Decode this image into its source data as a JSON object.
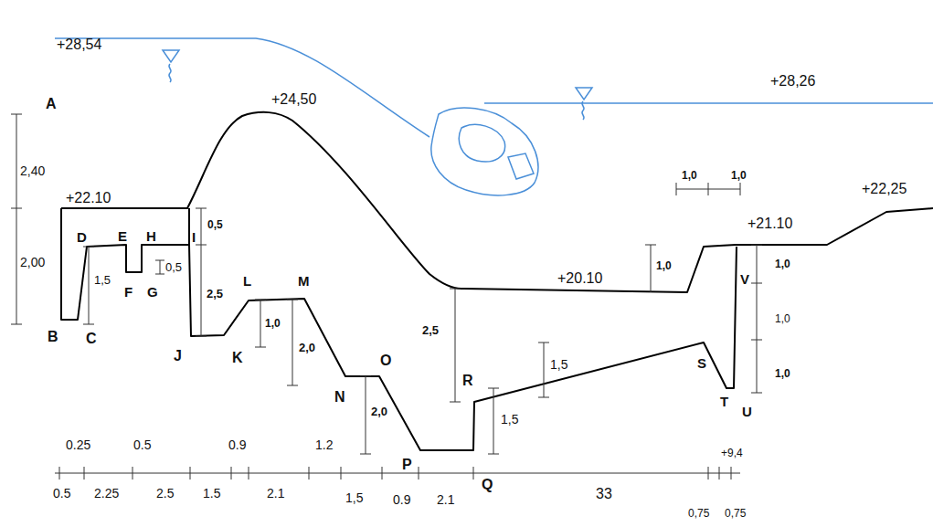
{
  "diagram": {
    "labels": [
      "+28,54",
      "+28,26",
      "A",
      "+24,50",
      "2,40",
      "+22.10",
      "2,00",
      "D",
      "E",
      "H",
      "I",
      "0,5",
      "1,5",
      "F",
      "G",
      "0,5",
      "2,5",
      "L",
      "M",
      "1,0",
      "2,0",
      "B",
      "C",
      "J",
      "K",
      "N",
      "O",
      "2,5",
      "R",
      "1,5",
      "1,5",
      "P",
      "Q",
      "2,0",
      "+20.10",
      "1,0",
      "1,0",
      "1,0",
      "+22,25",
      "+21.10",
      "1,0",
      "V",
      "1,0",
      "1,0",
      "S",
      "T",
      "U",
      "0.25",
      "0.5",
      "0.9",
      "1.2",
      "+9,4",
      "0.5",
      "2.25",
      "2.5",
      "1.5",
      "2.1",
      "1,5",
      "0.9",
      "2.1",
      "33",
      "0,75",
      "0,75"
    ]
  }
}
